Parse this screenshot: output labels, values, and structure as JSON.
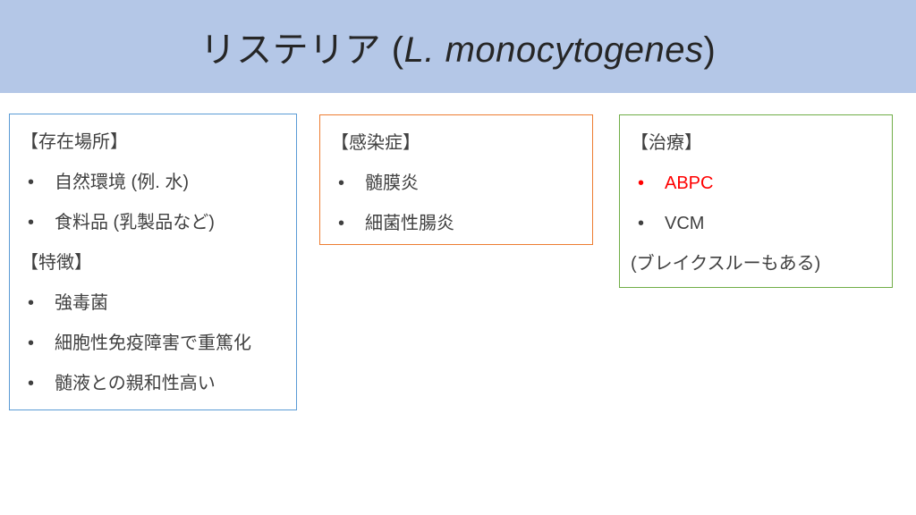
{
  "glyphs": {
    "bullet": "•"
  },
  "colors": {
    "header_bg": "#B4C7E7",
    "title_text": "#262626",
    "body_text": "#404040",
    "red": "#FF0000"
  },
  "title": {
    "prefix": "リステリア (",
    "italic": "L. monocytogenes",
    "suffix": ")"
  },
  "boxes": {
    "location": {
      "border_color": "#5B9BD5",
      "lines": [
        {
          "text": "【存在場所】"
        },
        {
          "text": "自然環境 (例. 水)"
        },
        {
          "text": "食料品 (乳製品など)"
        },
        {
          "text": "【特徴】"
        },
        {
          "text": "強毒菌"
        },
        {
          "text": "細胞性免疫障害で重篤化"
        },
        {
          "text": "髄液との親和性高い"
        }
      ]
    },
    "infection": {
      "border_color": "#ED7D31",
      "lines": [
        {
          "text": "【感染症】"
        },
        {
          "text": "髄膜炎"
        },
        {
          "text": "細菌性腸炎"
        }
      ]
    },
    "treatment": {
      "border_color": "#70AD47",
      "lines": [
        {
          "text": "【治療】"
        },
        {
          "text": "ABPC",
          "color": "#FF0000"
        },
        {
          "text": "VCM"
        },
        {
          "text": "(ブレイクスルーもある)"
        }
      ]
    }
  }
}
